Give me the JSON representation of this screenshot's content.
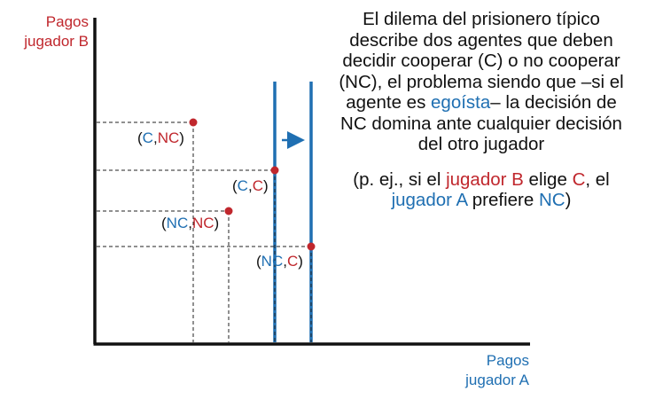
{
  "axes": {
    "y_label_line1": "Pagos",
    "y_label_line2": "jugador B",
    "x_label_line1": "Pagos",
    "x_label_line2": "jugador A"
  },
  "points": [
    {
      "id": "c-nc",
      "a": 218,
      "b": 138,
      "label": {
        "open": "(",
        "left": "C",
        "sep": ",",
        "right": "NC",
        "close": ")"
      },
      "label_colors": [
        "blue",
        "red"
      ]
    },
    {
      "id": "c-c",
      "a": 310,
      "b": 192,
      "label": {
        "open": "(",
        "left": "C",
        "sep": ",",
        "right": "C",
        "close": ")"
      },
      "label_colors": [
        "blue",
        "red"
      ]
    },
    {
      "id": "nc-nc",
      "a": 258,
      "b": 238,
      "label": {
        "open": "(",
        "left": "NC",
        "sep": ",",
        "right": "NC",
        "close": ")"
      },
      "label_colors": [
        "blue",
        "red"
      ]
    },
    {
      "id": "nc-c",
      "a": 351,
      "b": 278,
      "label": {
        "open": "(",
        "left": "NC",
        "sep": ",",
        "right": "C",
        "close": ")"
      },
      "label_colors": [
        "blue",
        "red"
      ]
    }
  ],
  "colors": {
    "blue": "#1f6fb2",
    "red": "#c0272d",
    "axis": "#111111",
    "guide": "#222222"
  },
  "icons": [
    "arrow-right-icon"
  ],
  "explanation": {
    "p1_part1": "El dilema del prisionero típico describe dos agentes que deben decidir cooperar (C) o no cooperar (NC), el problema siendo que –si el agente es ",
    "p1_highlight": "egoísta",
    "p1_part2": "– la decisión de NC domina ante cualquier decisión del otro jugador",
    "p2_part1": "(p. ej., si el ",
    "p2_player_b": "jugador B",
    "p2_part2": " elige ",
    "p2_choice_c": "C",
    "p2_part3": ", el ",
    "p2_player_a": "jugador A",
    "p2_part4": " prefiere ",
    "p2_choice_nc": "NC",
    "p2_part5": ")"
  }
}
